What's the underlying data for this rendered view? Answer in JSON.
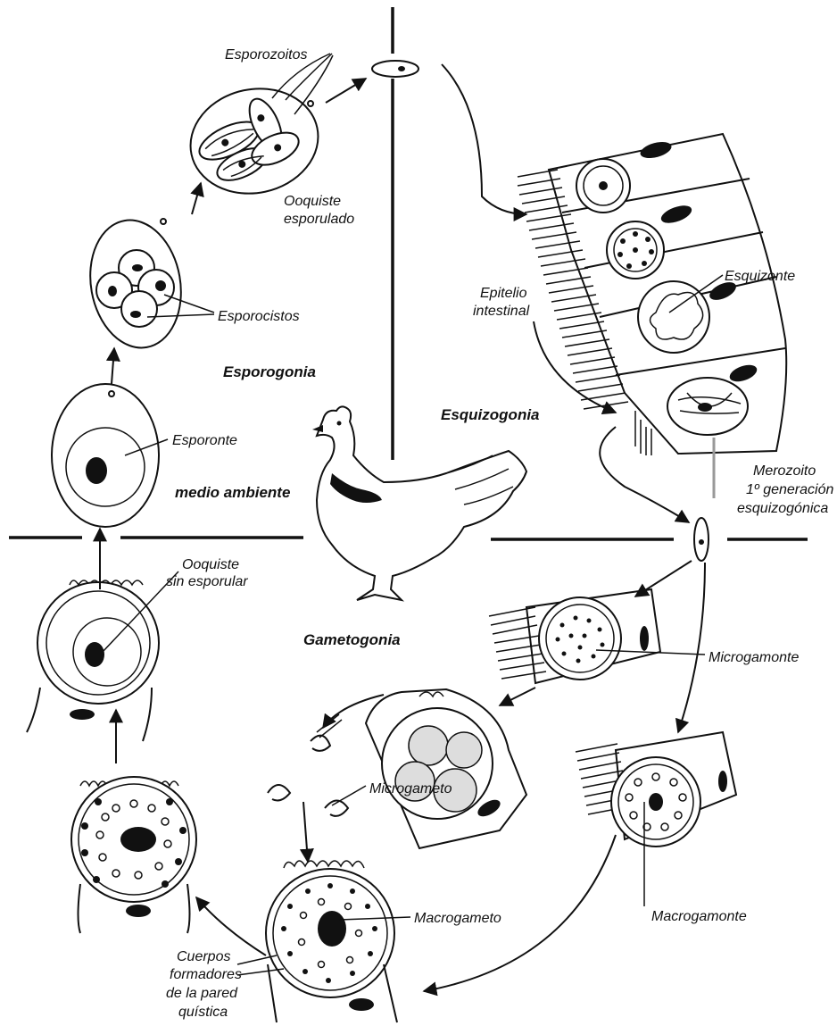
{
  "stages": {
    "esporogonia": "Esporogonia",
    "esquizogonia": "Esquizogonia",
    "gametogonia": "Gametogonia",
    "medio_ambiente": "medio ambiente"
  },
  "labels": {
    "esporozoitos": "Esporozoitos",
    "ooquiste_esporulado_1": "Ooquiste",
    "ooquiste_esporulado_2": "esporulado",
    "esporocistos": "Esporocistos",
    "esporonte": "Esporonte",
    "epitelio_1": "Epitelio",
    "epitelio_2": "intestinal",
    "esquizonte": "Esquizonte",
    "merozoito_1": "Merozoito",
    "merozoito_2": "1º generación",
    "merozoito_3": "esquizogónica",
    "ooquiste_sin_1": "Ooquiste",
    "ooquiste_sin_2": "sin esporular",
    "microgamonte": "Microgamonte",
    "microgameto": "Microgameto",
    "macrogameto": "Macrogameto",
    "macrogamonte": "Macrogamonte",
    "cuerpos_1": "Cuerpos",
    "cuerpos_2": "formadores",
    "cuerpos_3": "de la pared",
    "cuerpos_4": "quística"
  }
}
